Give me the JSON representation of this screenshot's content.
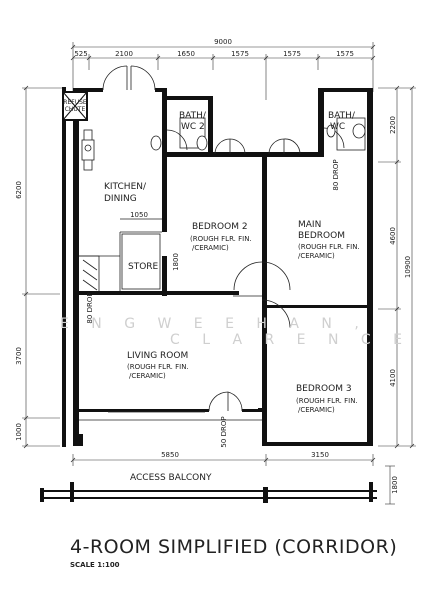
{
  "title": "4-ROOM SIMPLIFIED (CORRIDOR)",
  "scale": "SCALE  1:100",
  "watermark": [
    "E N G   W E E   H A N ,",
    "C L A R E N C E"
  ],
  "dimensions": {
    "top_total": "9000",
    "top_segments": [
      "525",
      "2100",
      "1650",
      "1575",
      "1575",
      "1575"
    ],
    "left": [
      "6200",
      "3700",
      "1000"
    ],
    "right": [
      "2200",
      "4600",
      "4100",
      "10900"
    ],
    "bottom": [
      "5850",
      "3150"
    ],
    "balcony": "1800",
    "kitchen_store": "1050",
    "store_height": "1800"
  },
  "rooms": {
    "refuse_chute": [
      "REFUSE",
      "CHUTE"
    ],
    "bath2": [
      "BATH/",
      "WC 2"
    ],
    "bath1": [
      "BATH/",
      "WC"
    ],
    "kitchen": [
      "KITCHEN/",
      "DINING"
    ],
    "bedroom2": [
      "BEDROOM 2",
      "(ROUGH FLR. FIN.",
      "/CERAMIC)"
    ],
    "main_bedroom": [
      "MAIN",
      "BEDROOM",
      "(ROUGH FLR. FIN.",
      "/CERAMIC)"
    ],
    "store": "STORE",
    "living": [
      "LIVING ROOM",
      "(ROUGH FLR. FIN.",
      "/CERAMIC)"
    ],
    "bedroom3": [
      "BEDROOM 3",
      "(ROUGH FLR. FIN.",
      "/CERAMIC)"
    ],
    "access_balcony": "ACCESS BALCONY"
  },
  "drops": [
    "80 DROP",
    "80 DROP",
    "50 DROP"
  ]
}
